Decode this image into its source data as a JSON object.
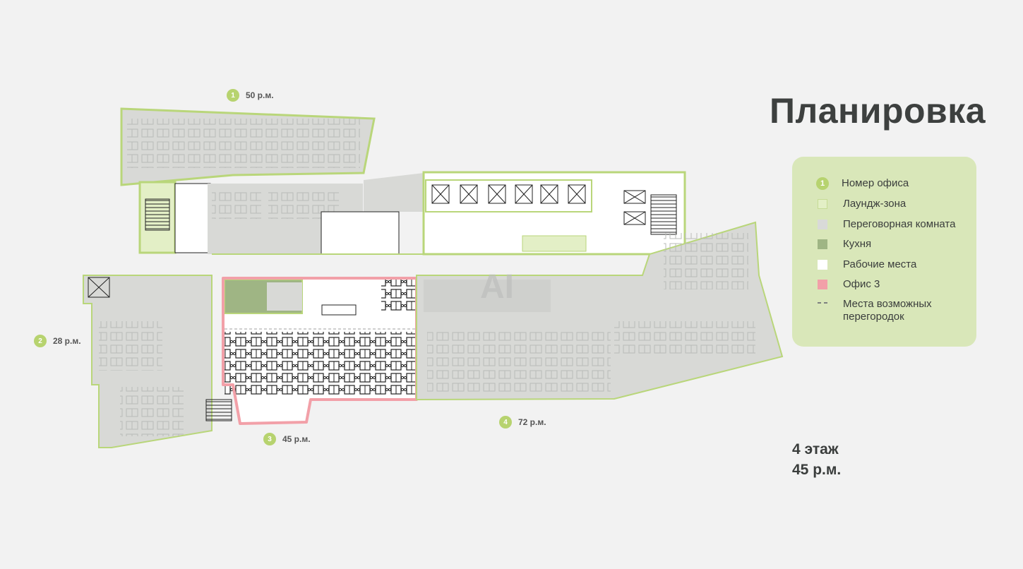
{
  "title": "Планировка",
  "legend": {
    "office_number": {
      "num": "1",
      "label": "Номер офиса"
    },
    "lounge": "Лаундж-зона",
    "meeting_room": "Переговорная комната",
    "kitchen": "Кухня",
    "workplaces": "Рабочие места",
    "office3": "Офис 3",
    "partitions": "Места возможных перегородок"
  },
  "offices": [
    {
      "num": "1",
      "label": "50 р.м."
    },
    {
      "num": "2",
      "label": "28 р.м."
    },
    {
      "num": "3",
      "label": "45 р.м."
    },
    {
      "num": "4",
      "label": "72 р.м."
    }
  ],
  "floor": {
    "level": "4 этаж",
    "seats": "45 р.м."
  },
  "colors": {
    "lounge": "#e3efc6",
    "meeting": "#d9dad8",
    "kitchen": "#9fb584",
    "workplace": "#ffffff",
    "office3": "#f2a0a8",
    "wall_green": "#b9d67a",
    "legend_bg": "#d9e7b9",
    "badge": "#b7d36f"
  }
}
